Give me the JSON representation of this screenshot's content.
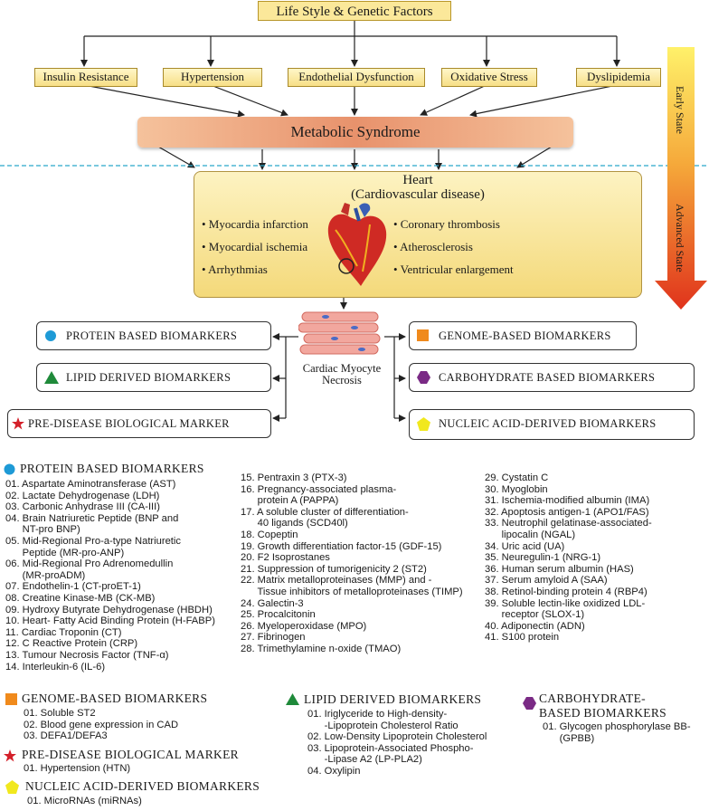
{
  "top_label": "Life Style & Genetic Factors",
  "factors": [
    "Insulin Resistance",
    "Hypertension",
    "Endothelial Dysfunction",
    "Oxidative Stress",
    "Dyslipidemia"
  ],
  "metabolic": "Metabolic Syndrome",
  "stage": {
    "early": "Early State",
    "advanced": "Advanced State"
  },
  "heart": {
    "title": "Heart",
    "subtitle": "(Cardiovascular disease)",
    "left_items": [
      "• Myocardia infarction",
      "• Myocardial ischemia",
      "• Arrhythmias"
    ],
    "right_items": [
      "• Coronary thrombosis",
      "• Atherosclerosis",
      "• Ventricular enlargement"
    ]
  },
  "necrosis": {
    "line1": "Cardiac Myocyte",
    "line2": "Necrosis"
  },
  "biomarker_boxes": {
    "protein": "PROTEIN BASED BIOMARKERS",
    "lipid": "LIPID DERIVED BIOMARKERS",
    "predisease": "PRE-DISEASE BIOLOGICAL MARKER",
    "genome": "GENOME-BASED BIOMARKERS",
    "carbohydrate": "CARBOHYDRATE BASED BIOMARKERS",
    "nucleic": "NUCLEIC ACID-DERIVED BIOMARKERS"
  },
  "colors": {
    "protein": "#1e9ad6",
    "lipid": "#1f8a3a",
    "predisease": "#d4202a",
    "genome": "#f08a1c",
    "carbohydrate": "#7a2a85",
    "nucleic": "#f1e81e"
  },
  "protein_list": {
    "header": "PROTEIN BASED BIOMARKERS",
    "col1": "01. Aspartate Aminotransferase (AST)\n02. Lactate Dehydrogenase (LDH)\n03. Carbonic Anhydrase III (CA-III)\n04. Brain Natriuretic Peptide (BNP and\n      NT-pro BNP)\n05. Mid-Regional Pro-a-type Natriuretic\n      Peptide (MR-pro-ANP)\n06. Mid-Regional Pro Adrenomedullin\n      (MR-proADM)\n07. Endothelin-1 (CT-proET-1)\n08. Creatine Kinase-MB (CK-MB)\n09. Hydroxy Butyrate Dehydrogenase (HBDH)\n10. Heart- Fatty Acid Binding Protein (H-FABP)\n11. Cardiac Troponin (CT)\n12. C Reactive Protein (CRP)\n13. Tumour Necrosis Factor (TNF-α)\n14. Interleukin-6 (IL-6)",
    "col2": "15. Pentraxin 3 (PTX-3)\n16. Pregnancy-associated plasma-\n      protein A (PAPPA)\n17. A soluble cluster of differentiation-\n      40 ligands (SCD40l)\n18. Copeptin\n19. Growth differentiation factor-15 (GDF-15)\n20. F2 Isoprostanes\n21. Suppression of tumorigenicity 2 (ST2)\n22. Matrix metalloproteinases (MMP) and -\n      Tissue inhibitors of metalloproteinases (TIMP)\n24. Galectin-3\n25. Procalcitonin\n26. Myeloperoxidase (MPO)\n27. Fibrinogen\n28. Trimethylamine n-oxide (TMAO)",
    "col3": "29. Cystatin C\n30. Myoglobin\n31. Ischemia-modified albumin (IMA)\n32. Apoptosis antigen-1 (APO1/FAS)\n33. Neutrophil gelatinase-associated-\n      lipocalin (NGAL)\n34. Uric acid (UA)\n35. Neuregulin-1 (NRG-1)\n36. Human serum albumin (HAS)\n37. Serum amyloid A (SAA)\n38. Retinol-binding protein 4 (RBP4)\n39. Soluble lectin-like oxidized LDL-\n      receptor (SLOX-1)\n40. Adiponectin (ADN)\n41. S100 protein"
  },
  "genome_list": {
    "header": "GENOME-BASED BIOMARKERS",
    "items": "01. Soluble ST2\n02. Blood gene expression in CAD\n03. DEFA1/DEFA3"
  },
  "predisease_list": {
    "header": "PRE-DISEASE BIOLOGICAL MARKER",
    "items": "01. Hypertension (HTN)"
  },
  "nucleic_list": {
    "header": "NUCLEIC ACID-DERIVED BIOMARKERS",
    "items": "01. MicroRNAs (miRNAs)"
  },
  "lipid_list": {
    "header": "LIPID DERIVED BIOMARKERS",
    "items": "01. Iriglyceride to High-density-\n      -Lipoprotein Cholesterol Ratio\n02. Low-Density Lipoprotein Cholesterol\n03. Lipoprotein-Associated Phospho-\n      -Lipase A2 (LP-PLA2)\n04. Oxylipin"
  },
  "carbohydrate_list": {
    "header1": "CARBOHYDRATE-",
    "header2": "BASED BIOMARKERS",
    "items": "01. Glycogen phosphorylase BB-\n      (GPBB)"
  }
}
